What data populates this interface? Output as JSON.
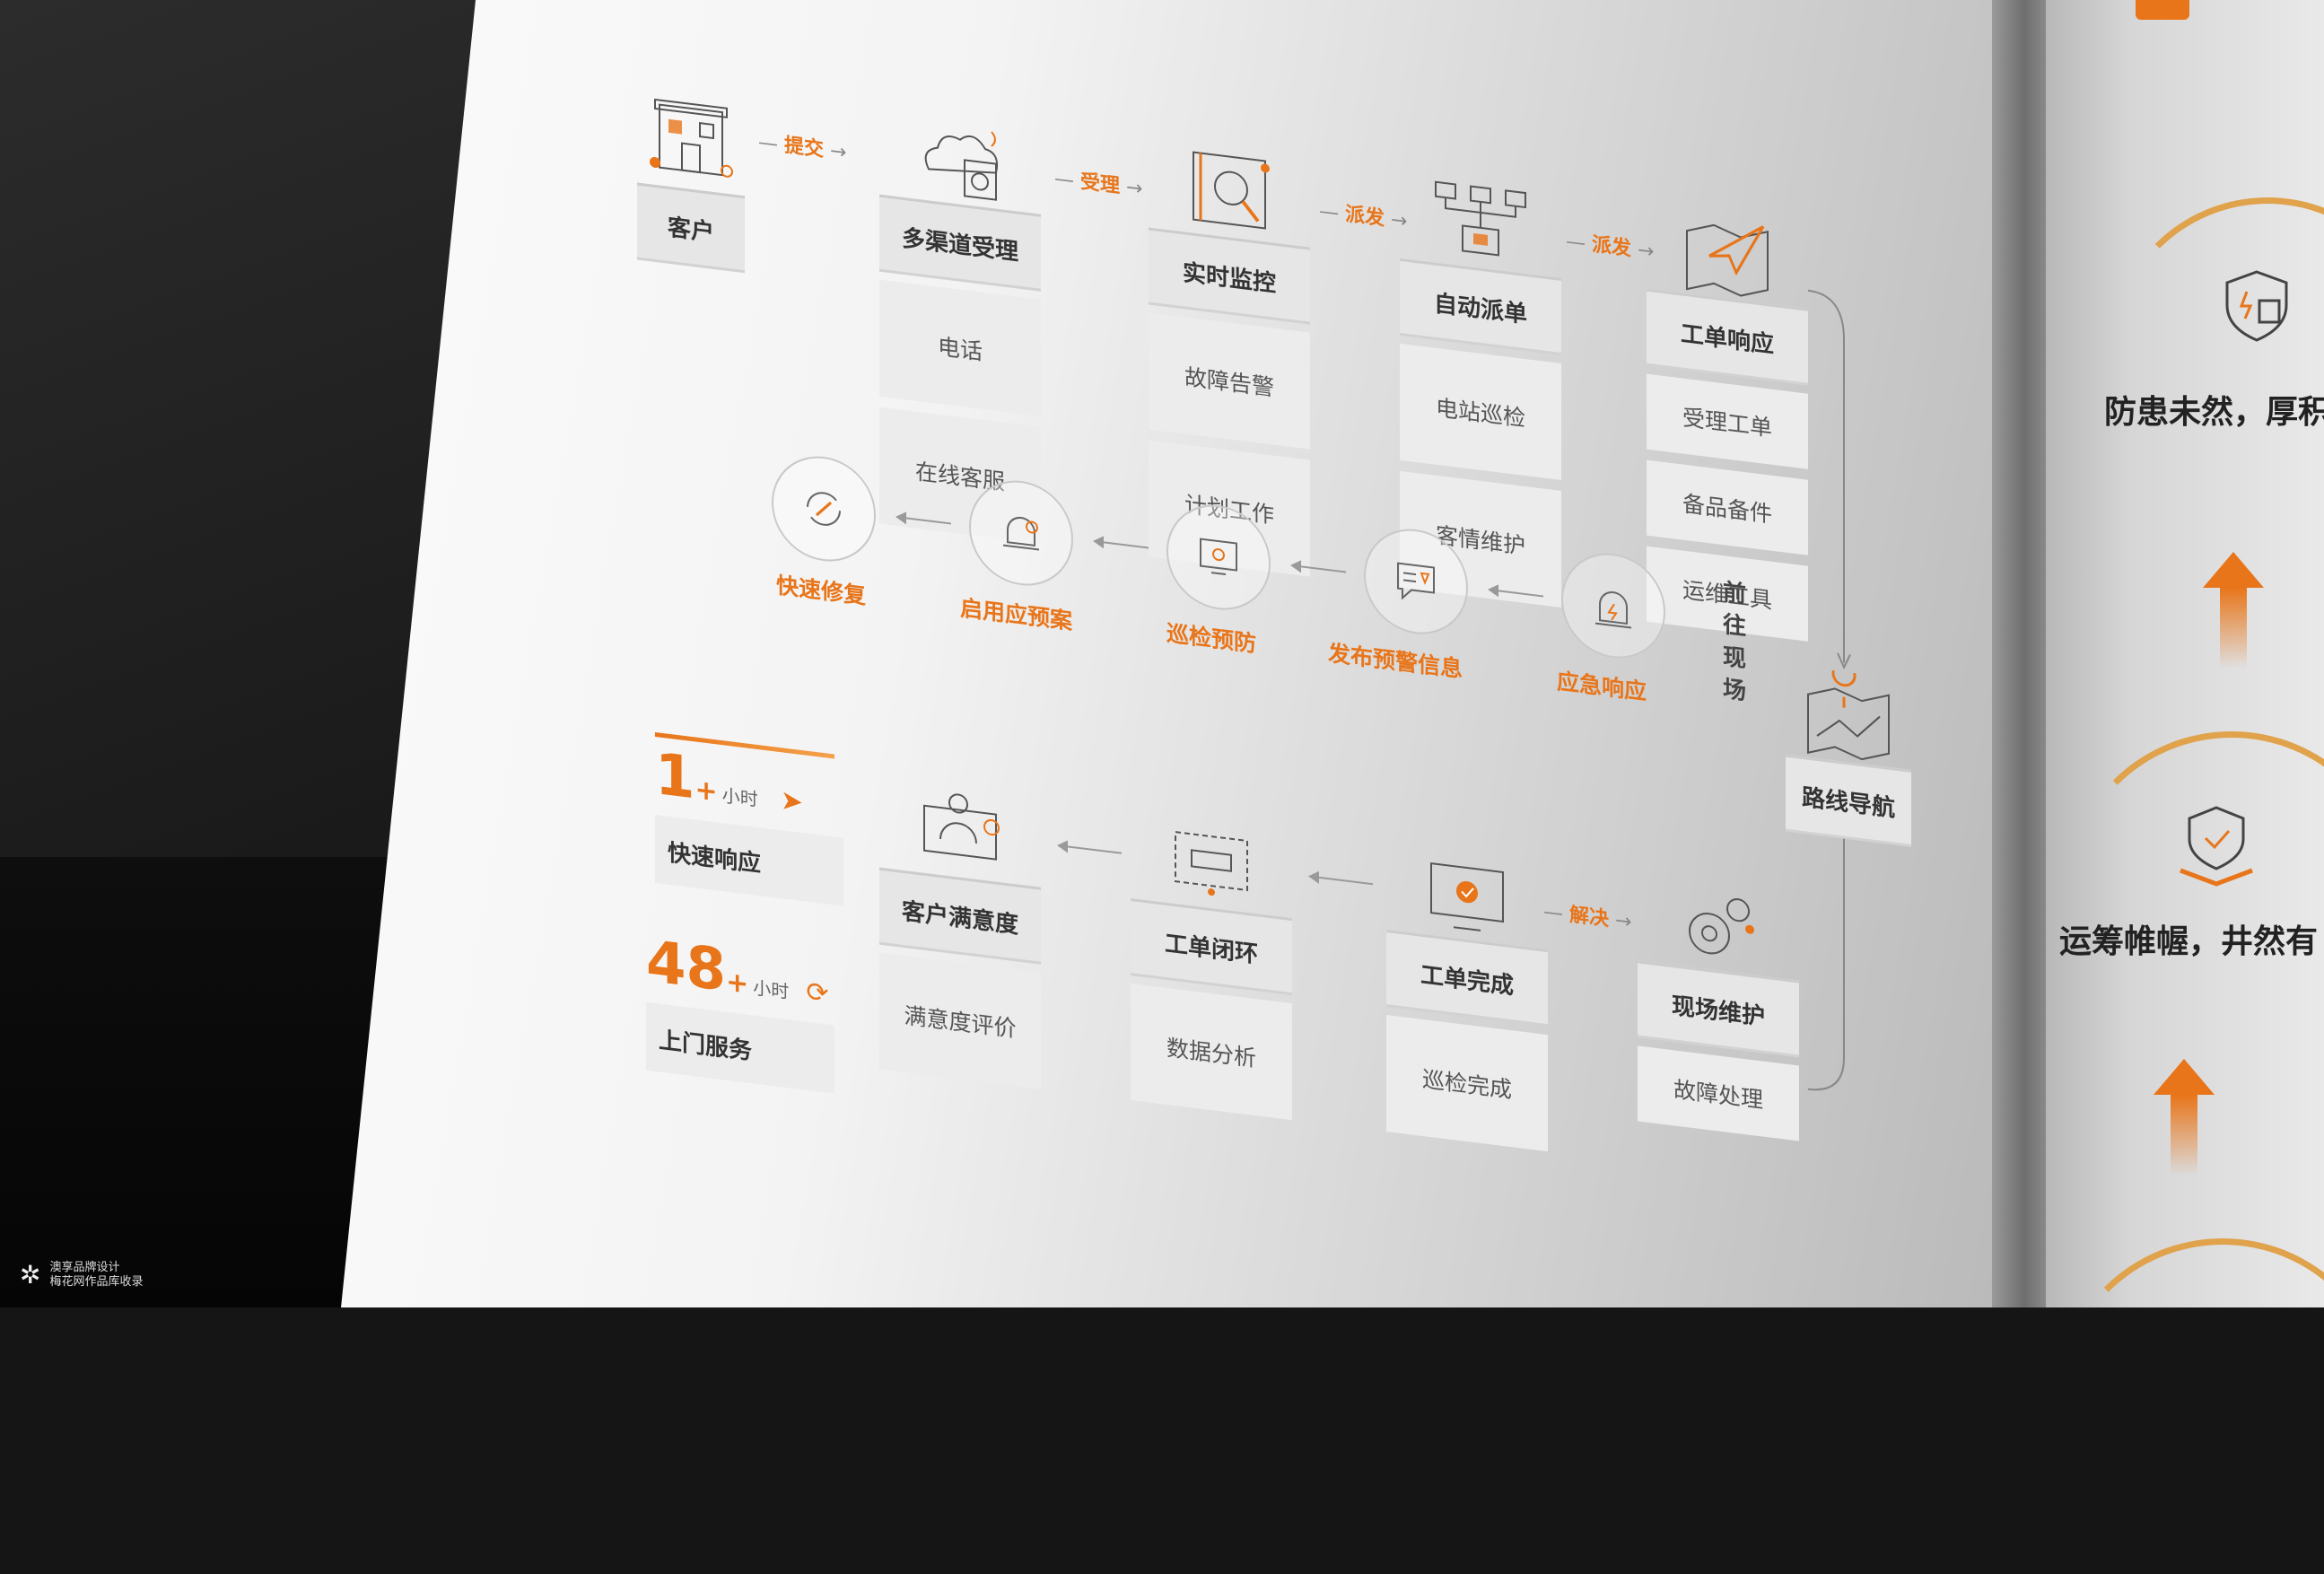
{
  "top_flow": {
    "nodes": [
      {
        "title": "客户",
        "items": []
      },
      {
        "title": "多渠道受理",
        "items": [
          "电话",
          "在线客服"
        ]
      },
      {
        "title": "实时监控",
        "items": [
          "故障告警",
          "计划工作"
        ]
      },
      {
        "title": "自动派单",
        "items": [
          "电站巡检",
          "客情维护"
        ]
      },
      {
        "title": "工单响应",
        "items": [
          "受理工单",
          "备品备件",
          "运维工具"
        ]
      }
    ],
    "arrows": [
      "提交",
      "受理",
      "派发",
      "派发"
    ]
  },
  "navigation": {
    "title": "路线导航",
    "vertical_label": "前往现场"
  },
  "middle_flow": [
    "应急响应",
    "发布预警信息",
    "巡检预防",
    "启用应预案",
    "快速修复"
  ],
  "bottom_flow": {
    "nodes": [
      {
        "title": "现场维护",
        "items": [
          "故障处理"
        ]
      },
      {
        "title": "工单完成",
        "items": [
          "巡检完成"
        ]
      },
      {
        "title": "工单闭环",
        "items": [
          "数据分析"
        ]
      },
      {
        "title": "客户满意度",
        "items": [
          "满意度评价"
        ]
      }
    ],
    "arrow": "解决"
  },
  "stats": [
    {
      "num": "1",
      "plus": "+",
      "unit": "小时",
      "label": "快速响应"
    },
    {
      "num": "48",
      "plus": "+",
      "unit": "小时",
      "label": "上门服务"
    }
  ],
  "right_page": {
    "text1": "防患未然，厚积",
    "text2": "运筹帷幄，井然有"
  },
  "watermark": {
    "line1": "澳享品牌设计",
    "line2": "梅花网作品库收录"
  },
  "colors": {
    "accent": "#e8751a",
    "cell": "#ececec",
    "head": "#e6e6e6"
  }
}
